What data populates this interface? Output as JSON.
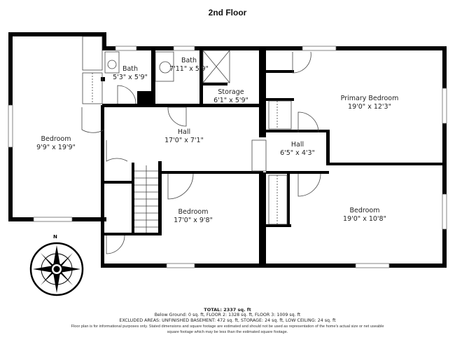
{
  "title": "2nd Floor",
  "rooms": [
    {
      "id": "bedroom-west",
      "name": "Bedroom",
      "dims": "9'9\" x 19'9\""
    },
    {
      "id": "bath-1",
      "name": "Bath",
      "dims": "5'3\" x 5'9\""
    },
    {
      "id": "bath-2",
      "name": "Bath",
      "dims": "7'11\" x 5'9\""
    },
    {
      "id": "storage",
      "name": "Storage",
      "dims": "6'1\" x 5'9\""
    },
    {
      "id": "hall-main",
      "name": "Hall",
      "dims": "17'0\" x 7'1\""
    },
    {
      "id": "primary-bedroom",
      "name": "Primary Bedroom",
      "dims": "19'0\" x 12'3\""
    },
    {
      "id": "hall-east",
      "name": "Hall",
      "dims": "6'5\" x 4'3\""
    },
    {
      "id": "bedroom-center",
      "name": "Bedroom",
      "dims": "17'0\" x 9'8\""
    },
    {
      "id": "bedroom-east",
      "name": "Bedroom",
      "dims": "19'0\" x 10'8\""
    }
  ],
  "compass": {
    "label": "N",
    "icon": "compass-rose-icon"
  },
  "footer": {
    "total": "TOTAL: 2337 sq. ft",
    "breakdown": "Below Ground: 0 sq. ft, FLOOR 2: 1328 sq. ft, FLOOR 3: 1009 sq. ft",
    "excluded": "EXCLUDED AREAS: UNFINISHED BASEMENT: 472 sq. ft, STORAGE: 24 sq. ft, LOW CEILING: 24 sq. ft",
    "disclaimer_1": "Floor plan is for informational purposes only. Stated dimensions and square footage are estimated and should not be used as representation of the home's actual size or net useable",
    "disclaimer_2": "square footage which may be less than the estimated square footage."
  },
  "colors": {
    "wall": "#000000",
    "background": "#ffffff",
    "line": "#555555",
    "text": "#222222"
  }
}
